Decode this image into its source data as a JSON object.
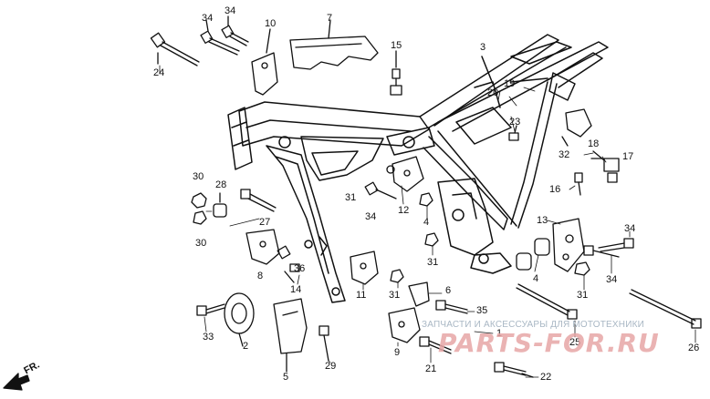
{
  "callouts": [
    {
      "text": "34",
      "name": "callout-34-top-left"
    },
    {
      "text": "34",
      "name": "callout-34-top"
    },
    {
      "text": "10",
      "name": "callout-10"
    },
    {
      "text": "7",
      "name": "callout-7"
    },
    {
      "text": "15",
      "name": "callout-15"
    },
    {
      "text": "3",
      "name": "callout-3"
    },
    {
      "text": "24",
      "name": "callout-24"
    },
    {
      "text": "19",
      "name": "callout-19"
    },
    {
      "text": "20",
      "name": "callout-20"
    },
    {
      "text": "23",
      "name": "callout-23"
    },
    {
      "text": "18",
      "name": "callout-18"
    },
    {
      "text": "32",
      "name": "callout-32"
    },
    {
      "text": "17",
      "name": "callout-17"
    },
    {
      "text": "16",
      "name": "callout-16"
    },
    {
      "text": "30",
      "name": "callout-30-upper"
    },
    {
      "text": "28",
      "name": "callout-28"
    },
    {
      "text": "31",
      "name": "callout-31-left"
    },
    {
      "text": "12",
      "name": "callout-12"
    },
    {
      "text": "34",
      "name": "callout-34-center"
    },
    {
      "text": "27",
      "name": "callout-27"
    },
    {
      "text": "4",
      "name": "callout-4-upper"
    },
    {
      "text": "13",
      "name": "callout-13"
    },
    {
      "text": "34",
      "name": "callout-34-right-upper"
    },
    {
      "text": "30",
      "name": "callout-30-lower"
    },
    {
      "text": "31",
      "name": "callout-31-center"
    },
    {
      "text": "36",
      "name": "callout-36"
    },
    {
      "text": "8",
      "name": "callout-8"
    },
    {
      "text": "4",
      "name": "callout-4-lower"
    },
    {
      "text": "34",
      "name": "callout-34-right-lower"
    },
    {
      "text": "14",
      "name": "callout-14"
    },
    {
      "text": "11",
      "name": "callout-11"
    },
    {
      "text": "6",
      "name": "callout-6"
    },
    {
      "text": "31",
      "name": "callout-31-bottom"
    },
    {
      "text": "31",
      "name": "callout-31-right"
    },
    {
      "text": "35",
      "name": "callout-35"
    },
    {
      "text": "33",
      "name": "callout-33"
    },
    {
      "text": "2",
      "name": "callout-2"
    },
    {
      "text": "1",
      "name": "callout-1"
    },
    {
      "text": "25",
      "name": "callout-25"
    },
    {
      "text": "26",
      "name": "callout-26"
    },
    {
      "text": "9",
      "name": "callout-9"
    },
    {
      "text": "29",
      "name": "callout-29"
    },
    {
      "text": "5",
      "name": "callout-5"
    },
    {
      "text": "21",
      "name": "callout-21"
    },
    {
      "text": "22",
      "name": "callout-22"
    }
  ],
  "direction_label": "FR.",
  "watermark": {
    "tagline": "ЗАПЧАСТИ И АКСЕССУАРЫ ДЛЯ МОТОТЕХНИКИ",
    "logo": "PARTS-FOR.RU",
    "logo_color": "#e7a6a6",
    "tagline_color": "#a9b7c4"
  },
  "colors": {
    "ink": "#111111",
    "background": "#ffffff"
  }
}
